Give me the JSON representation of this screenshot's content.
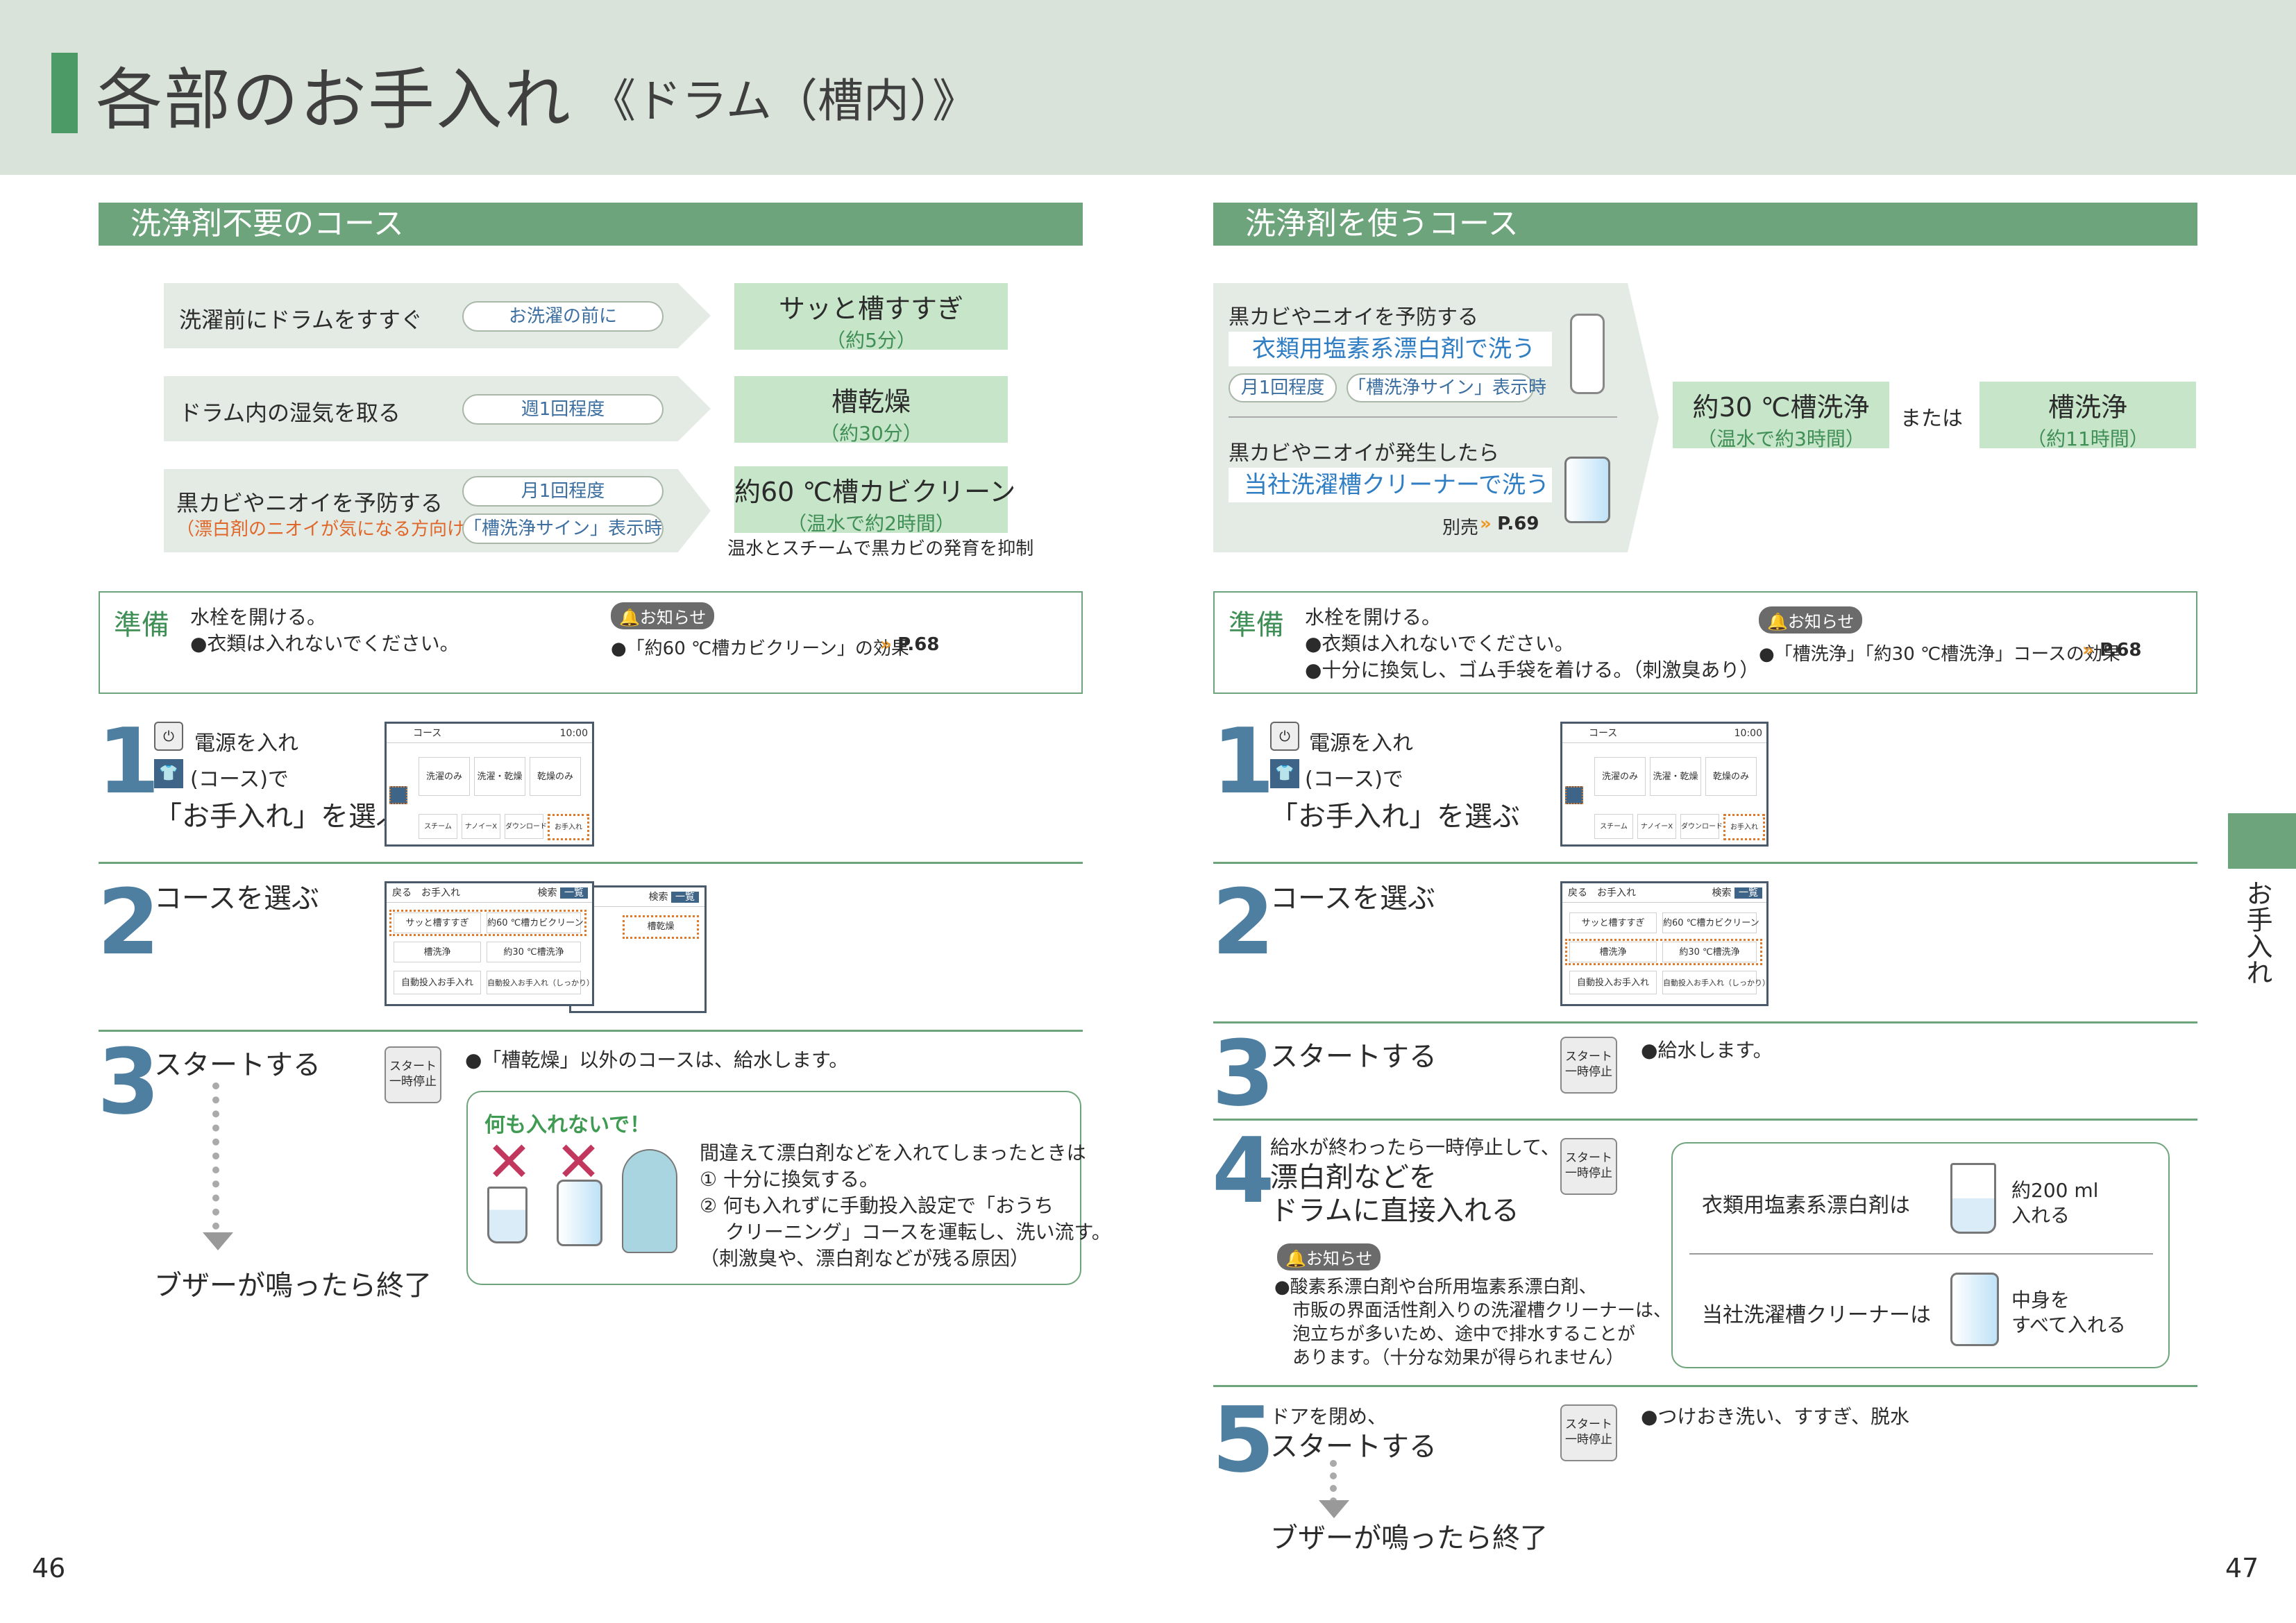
{
  "header": {
    "title": "各部のお手入れ",
    "subtitle": "《ドラム（槽内）》"
  },
  "left": {
    "section_title": "洗浄剤不要のコース",
    "rows": [
      {
        "label": "洗濯前にドラムをすすぐ",
        "label_note": "",
        "pills": [
          "お洗濯の前に"
        ],
        "course": "サッと槽すすぎ",
        "time": "（約5分）"
      },
      {
        "label": "ドラム内の湿気を取る",
        "label_note": "",
        "pills": [
          "週1回程度"
        ],
        "course": "槽乾燥",
        "time": "（約30分）"
      },
      {
        "label": "黒カビやニオイを予防する",
        "label_note": "（漂白剤のニオイが気になる方向け）",
        "pills": [
          "月1回程度",
          "「槽洗浄サイン」表示時"
        ],
        "course": "約60 ℃槽カビクリーン",
        "time": "（温水で約2時間）"
      }
    ],
    "row3_footnote": "温水とスチームで黒カビの発育を抑制",
    "prep": {
      "label": "準備",
      "line1": "水栓を開ける。",
      "line2": "●衣類は入れないでください。",
      "notice": "お知らせ",
      "notice_text": "●「約60 ℃槽カビクリーン」の効果",
      "ref": "P.68"
    },
    "step1": {
      "num": "1",
      "line1": "電源を入れ",
      "line2": "(コース)で",
      "line3": "「お手入れ」を選ぶ"
    },
    "step2": {
      "num": "2",
      "title": "コースを選ぶ"
    },
    "step3": {
      "num": "3",
      "title": "スタートする",
      "end": "ブザーが鳴ったら終了",
      "note": "●「槽乾燥」以外のコースは、給水します。",
      "warn_title": "何も入れないで！",
      "warn_lines": [
        "間違えて漂白剤などを入れてしまったときは",
        "① 十分に換気する。",
        "② 何も入れずに手動投入設定で「おうち",
        "　 クリーニング」コースを運転し、洗い流す。",
        "（刺激臭や、漂白剤などが残る原因）"
      ]
    },
    "page_num": "46"
  },
  "right": {
    "section_title": "洗浄剤を使うコース",
    "box1": {
      "label": "黒カビやニオイを予防する",
      "action": "衣類用塩素系漂白剤で洗う",
      "pills": [
        "月1回程度",
        "「槽洗浄サイン」表示時"
      ]
    },
    "box2": {
      "label": "黒カビやニオイが発生したら",
      "action": "当社洗濯槽クリーナーで洗う",
      "sold": "別売",
      "ref": "P.69"
    },
    "result1": {
      "course": "約30 ℃槽洗浄",
      "time": "（温水で約3時間）"
    },
    "or": "または",
    "result2": {
      "course": "槽洗浄",
      "time": "（約11時間）"
    },
    "prep": {
      "label": "準備",
      "line1": "水栓を開ける。",
      "line2": "●衣類は入れないでください。",
      "line3": "●十分に換気し、ゴム手袋を着ける。（刺激臭あり）",
      "notice": "お知らせ",
      "notice_text": "●「槽洗浄」「約30 ℃槽洗浄」コースの効果",
      "ref": "P.68"
    },
    "step1": {
      "num": "1",
      "line1": "電源を入れ",
      "line2": "(コース)で",
      "line3": "「お手入れ」を選ぶ"
    },
    "step2": {
      "num": "2",
      "title": "コースを選ぶ"
    },
    "step3": {
      "num": "3",
      "title": "スタートする",
      "note": "●給水します。"
    },
    "step4": {
      "num": "4",
      "line1": "給水が終わったら一時停止して、",
      "line2": "漂白剤などを",
      "line3": "ドラムに直接入れる",
      "notice": "お知らせ",
      "notice_lines": [
        "●酸素系漂白剤や台所用塩素系漂白剤、",
        "　市販の界面活性剤入りの洗濯槽クリーナーは、",
        "　泡立ちが多いため、途中で排水することが",
        "　あります。（十分な効果が得られません）"
      ],
      "callout": [
        {
          "label": "衣類用塩素系漂白剤は",
          "amount": "約200 ml",
          "amount2": "入れる"
        },
        {
          "label": "当社洗濯槽クリーナーは",
          "amount": "中身を",
          "amount2": "すべて入れる"
        }
      ]
    },
    "step5": {
      "num": "5",
      "line1": "ドアを閉め、",
      "line2": "スタートする",
      "note": "●つけおき洗い、すすぎ、脱水",
      "end": "ブザーが鳴ったら終了"
    },
    "side_tab": "お手入れ",
    "page_num": "47"
  },
  "screen": {
    "top_label": "コース",
    "time": "10:00",
    "btns": [
      "洗濯のみ",
      "洗濯・乾燥",
      "乾燥のみ"
    ],
    "icons": [
      "スチーム",
      "ナノイーX",
      "ダウンロード",
      "お手入れ"
    ],
    "list_title": "お手入れ",
    "search": "検索",
    "list": "一覧",
    "back": "戻る",
    "courses": [
      "サッと槽すすぎ",
      "約60 ℃槽カビクリーン",
      "槽洗浄",
      "約30 ℃槽洗浄",
      "自動投入お手入れ",
      "自動投入お手入れ（しっかり）",
      "槽乾燥"
    ]
  },
  "start_button": {
    "line1": "スタート",
    "line2": "一時停止"
  },
  "colors": {
    "accent": "#4c9a66",
    "section": "#6ea47c",
    "step": "#4e7ea0",
    "blue": "#2f7dc2",
    "highlight": "#e07a2a"
  }
}
